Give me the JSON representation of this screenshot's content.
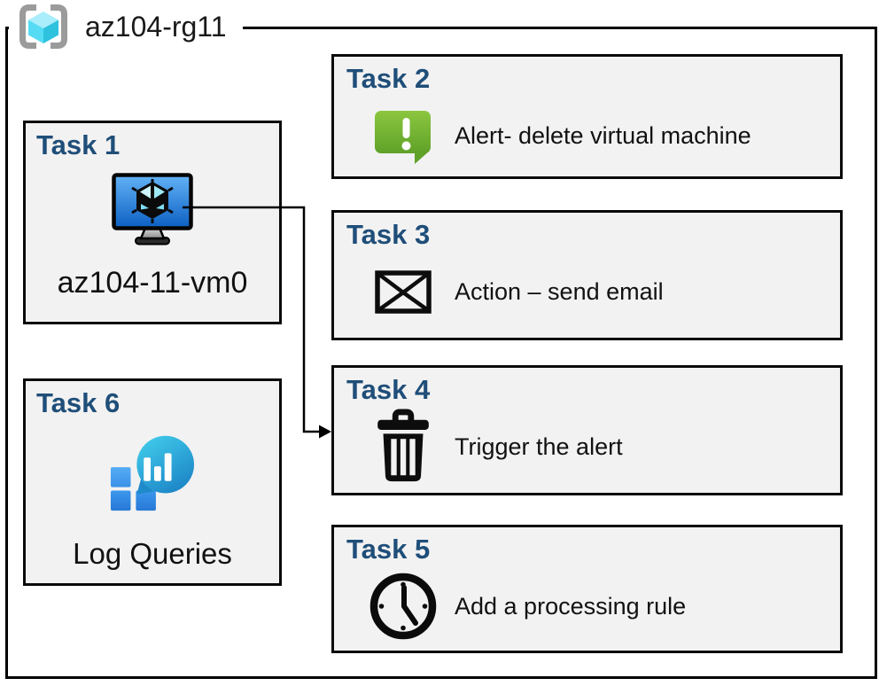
{
  "diagram": {
    "type": "azure-lab-architecture",
    "resource_group": {
      "name": "az104-rg11",
      "icon": "resource-group-icon"
    },
    "tasks": [
      {
        "title": "Task 1",
        "label": "az104-11-vm0",
        "icon": "virtual-machine-icon"
      },
      {
        "title": "Task 2",
        "label": "Alert- delete virtual machine",
        "icon": "alert-message-icon"
      },
      {
        "title": "Task 3",
        "label": "Action – send email",
        "icon": "email-envelope-icon"
      },
      {
        "title": "Task 4",
        "label": "Trigger the alert",
        "icon": "trash-icon"
      },
      {
        "title": "Task 5",
        "label": "Add a processing rule",
        "icon": "clock-icon"
      },
      {
        "title": "Task 6",
        "label": "Log Queries",
        "icon": "log-queries-icon"
      }
    ],
    "connector": {
      "from": "task-1-virtual-machine",
      "to": "task-4",
      "style": "elbow-arrow"
    },
    "colors": {
      "task_title_blue": "#1F4E79",
      "box_fill_gray": "#F2F2F2",
      "outline_black": "#000000",
      "alert_green_top": "#8CC63F",
      "alert_green_bottom": "#5FA228",
      "vm_screen_blue_top": "#63B3F7",
      "vm_screen_blue_bottom": "#0C5FC2",
      "log_bubble_teal_top": "#40CBEA",
      "log_bubble_teal_bottom": "#1B82C5",
      "log_square_blue": "#3D9BEC",
      "rg_cube_top_cyan": "#AAEDFB",
      "rg_cube_left_cyan": "#55DCF4",
      "rg_cube_right_cyan": "#2FC2DF",
      "rg_bracket_gray": "#9B9B9B"
    }
  }
}
